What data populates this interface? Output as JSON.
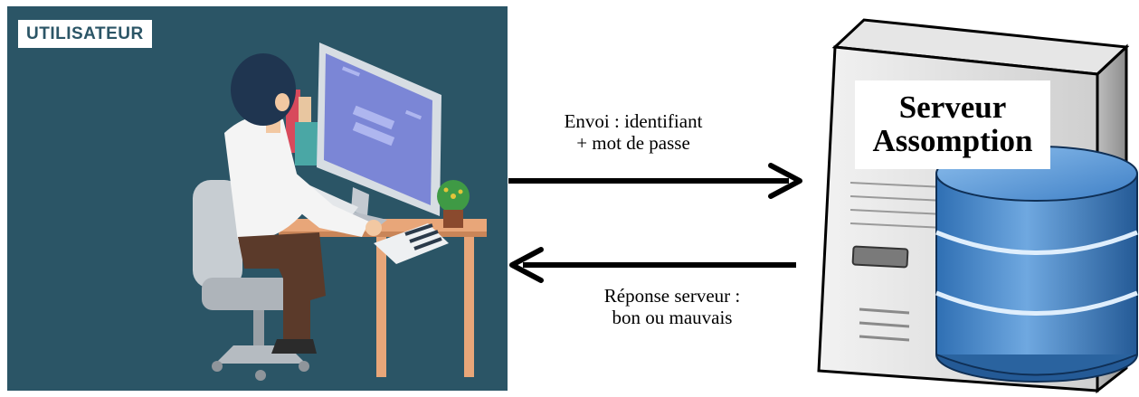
{
  "user": {
    "badge": "UTILISATEUR"
  },
  "flows": {
    "request_line1": "Envoi : identifiant",
    "request_line2": "+ mot de passe",
    "response_line1": "Réponse serveur :",
    "response_line2": "bon ou mauvais"
  },
  "server": {
    "title_line1": "Serveur",
    "title_line2": "Assomption"
  },
  "colors": {
    "panel_background": "#2b5566",
    "arrow": "#000000",
    "database": "#3b7fc4",
    "server_case": "#d9d9d9"
  }
}
